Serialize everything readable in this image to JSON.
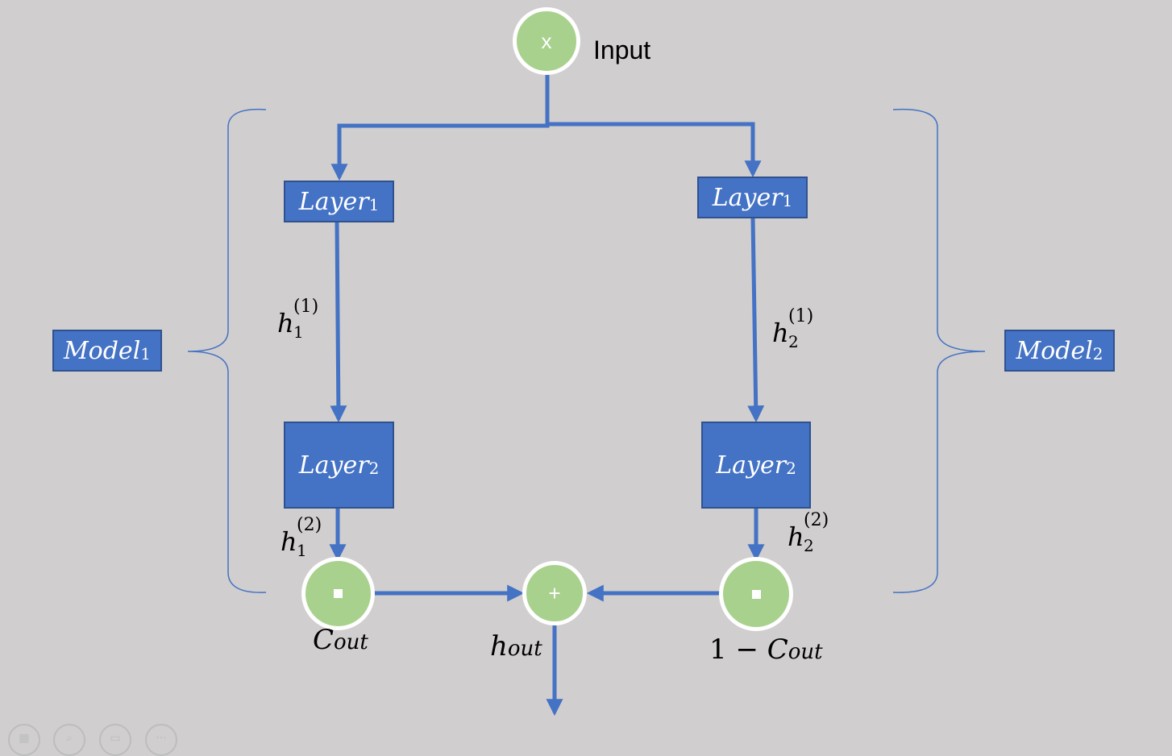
{
  "input": {
    "node_symbol": "x",
    "label": "Input"
  },
  "models": {
    "left": {
      "name": "Model",
      "index": "1"
    },
    "right": {
      "name": "Model",
      "index": "2"
    }
  },
  "layers": {
    "left_1": {
      "name": "Layer",
      "index": "1"
    },
    "left_2": {
      "name": "Layer",
      "index": "2"
    },
    "right_1": {
      "name": "Layer",
      "index": "1"
    },
    "right_2": {
      "name": "Layer",
      "index": "2"
    }
  },
  "hidden": {
    "h1_1": {
      "base": "h",
      "sub": "1",
      "sup": "(1)"
    },
    "h2_1": {
      "base": "h",
      "sub": "2",
      "sup": "(1)"
    },
    "h1_2": {
      "base": "h",
      "sub": "1",
      "sup": "(2)"
    },
    "h2_2": {
      "base": "h",
      "sub": "2",
      "sup": "(2)"
    }
  },
  "gates": {
    "sum_symbol": "+",
    "left_weight": {
      "base": "C",
      "sub": "out"
    },
    "right_weight": {
      "prefix": "1 − ",
      "base": "C",
      "sub": "out"
    }
  },
  "output": {
    "base": "h",
    "sub": "out"
  },
  "colors": {
    "background": "#d0cece",
    "layer_fill": "#4472c4",
    "node_fill": "#a9d18e",
    "arrow": "#4472c4"
  },
  "controls": [
    "layout-icon",
    "zoom-icon",
    "slide-icon",
    "more-icon"
  ]
}
